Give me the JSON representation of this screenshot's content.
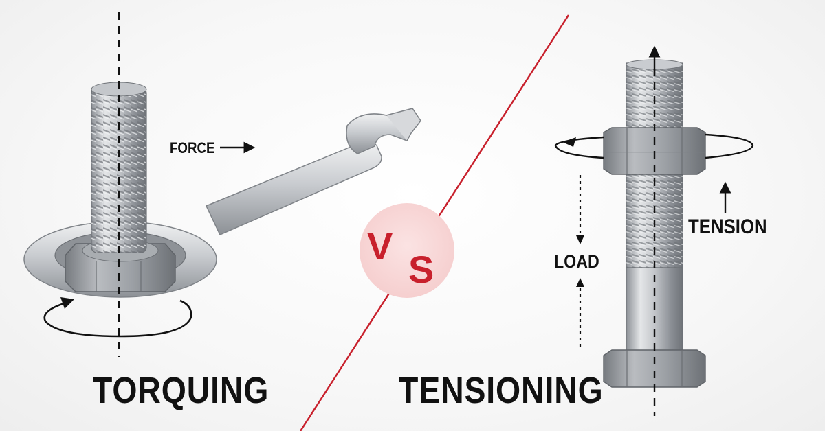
{
  "left": {
    "title": "TORQUING",
    "force_label": "FORCE"
  },
  "right": {
    "title": "TENSIONING",
    "tension_label": "TENSION",
    "load_label": "LOAD"
  },
  "badge": {
    "v": "V",
    "s": "S"
  },
  "colors": {
    "accent_red": "#c8202c",
    "badge_fill": "#f6d0d0",
    "text": "#111111",
    "steel": "#b8bcc0"
  }
}
